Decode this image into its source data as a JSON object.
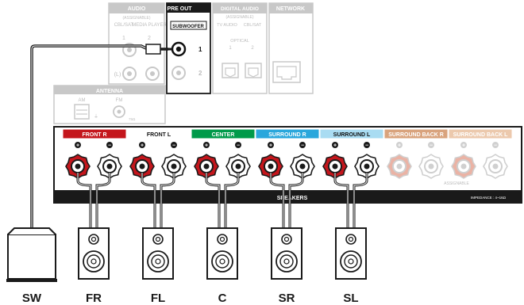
{
  "receiver": {
    "audio_in": {
      "title": "AUDIO",
      "sub": "(ASSIGNABLE)",
      "cbl_sat": "CBL/SAT",
      "media_player": "MEDIA PLAYER",
      "n1": "1",
      "n2": "2",
      "l_mark": "(L)"
    },
    "pre_out": {
      "title": "PRE OUT",
      "subwoofer": "SUBWOOFER",
      "n1": "1",
      "n2": "2"
    },
    "digital_audio": {
      "title": "DIGITAL AUDIO",
      "sub": "(ASSIGNABLE)",
      "tv_audio": "TV AUDIO",
      "cbl_sat": "CBL/SAT",
      "optical": "OPTICAL",
      "n1": "1",
      "n2": "2"
    },
    "network": {
      "title": "NETWORK"
    },
    "antenna": {
      "title": "ANTENNA",
      "am": "AM",
      "fm": "FM",
      "gnd": "⏚",
      "ohm": "75Ω"
    }
  },
  "speaker_panel": {
    "channels": [
      {
        "label": "FRONT R",
        "color": "#c4161c",
        "text_color": "#ffffff",
        "active": true
      },
      {
        "label": "FRONT L",
        "color": "#ffffff",
        "text_color": "#111111",
        "active": true
      },
      {
        "label": "CENTER",
        "color": "#009a4a",
        "text_color": "#ffffff",
        "active": true
      },
      {
        "label": "SURROUND R",
        "color": "#2aa7dc",
        "text_color": "#ffffff",
        "active": true
      },
      {
        "label": "SURROUND L",
        "color": "#a9dcf2",
        "text_color": "#111111",
        "active": true
      },
      {
        "label": "SURROUND BACK R",
        "color": "#d9a37d",
        "text_color": "#ffffff",
        "active": false
      },
      {
        "label": "SURROUND BACK L",
        "color": "#ecc9ad",
        "text_color": "#ffffff",
        "active": false
      }
    ],
    "speakers_label": "SPEAKERS",
    "assignable": "ASSIGNABLE",
    "impedance": "IMPEDANCE : 4~16Ω",
    "plus": "+",
    "minus": "−"
  },
  "speakers": [
    {
      "id": "SW",
      "label": "SW"
    },
    {
      "id": "FR",
      "label": "FR"
    },
    {
      "id": "FL",
      "label": "FL"
    },
    {
      "id": "C",
      "label": "C"
    },
    {
      "id": "SR",
      "label": "SR"
    },
    {
      "id": "SL",
      "label": "SL"
    }
  ],
  "colors": {
    "panel_border": "#1a1a1a",
    "faded": "#c8c8c8",
    "cable": "#222222",
    "terminal_red": "#c4161c"
  }
}
